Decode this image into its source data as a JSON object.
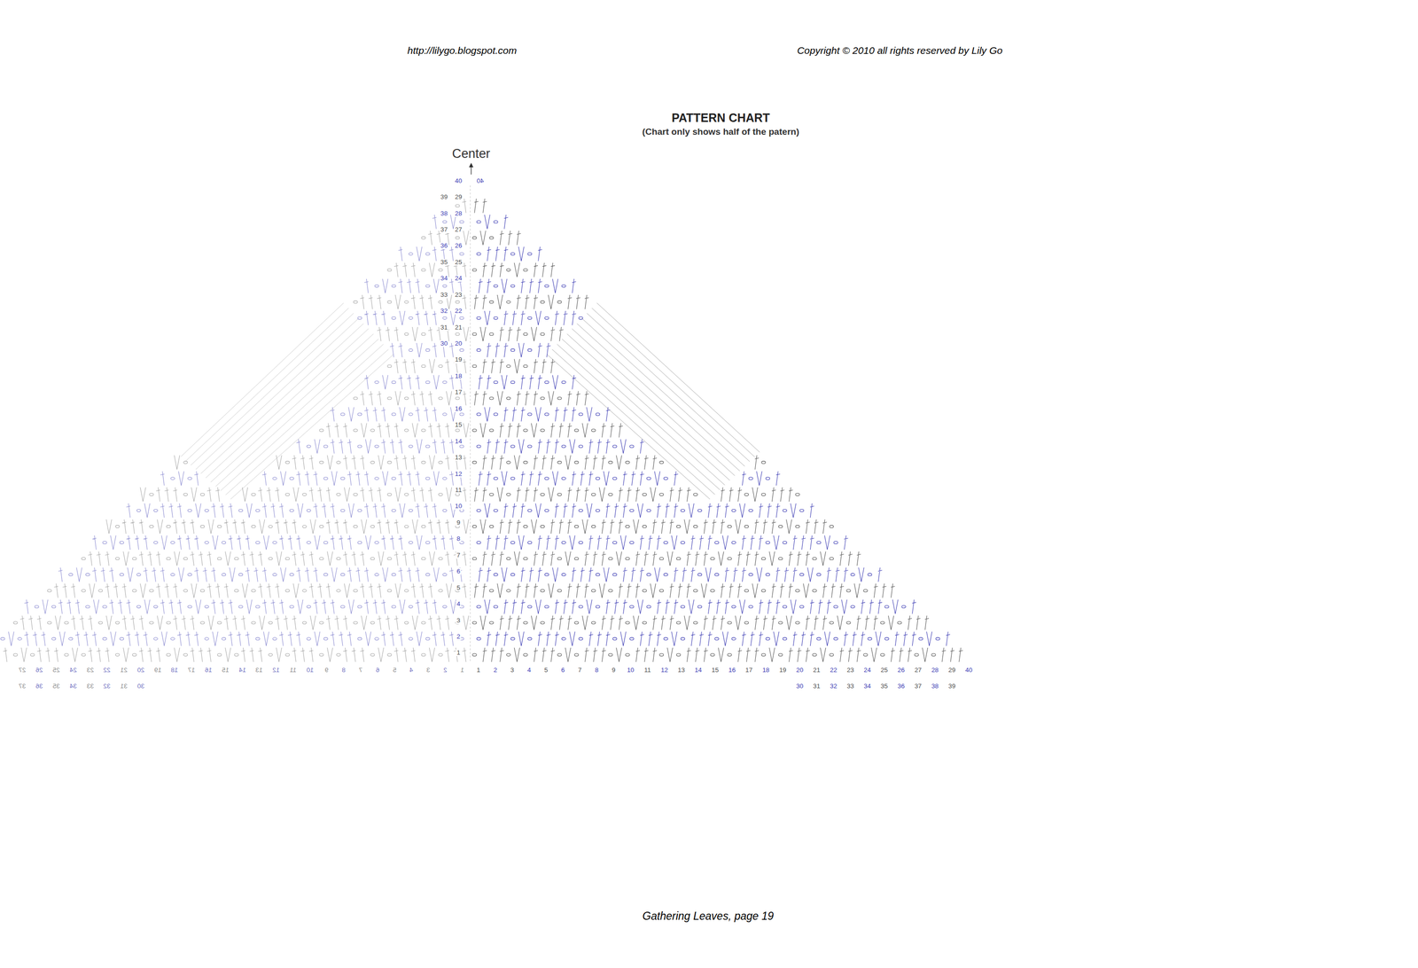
{
  "diagram": {
    "title": "PATTERN CHART",
    "labels": [
      "http://lilygo.blogspot.com",
      "Copyright © 2010 all rights reserved by Lily Go",
      "(Chart only shows half of the patern)",
      "Center",
      "Gathering Leaves, page 19",
      "40",
      "40",
      "39",
      "38",
      "37",
      "36",
      "35",
      "34",
      "33",
      "32",
      "31",
      "30",
      "29",
      "28",
      "27",
      "26",
      "25",
      "24",
      "23",
      "22",
      "21",
      "20",
      "19",
      "18",
      "17",
      "16",
      "15",
      "14",
      "13",
      "12",
      "11",
      "10",
      "9",
      "8",
      "7",
      "6",
      "5",
      "4",
      "3",
      "2",
      "1",
      "1",
      "2",
      "3",
      "4",
      "5",
      "6",
      "7",
      "8",
      "9",
      "10",
      "11",
      "12",
      "13",
      "14",
      "15",
      "16",
      "17",
      "18",
      "19",
      "20",
      "21",
      "22",
      "23",
      "24",
      "25",
      "26",
      "27",
      "28",
      "29",
      "40",
      "30",
      "31",
      "32",
      "33",
      "34",
      "35",
      "36",
      "37",
      "38",
      "39",
      "1",
      "2",
      "3",
      "4",
      "5",
      "6",
      "7",
      "8",
      "9",
      "10",
      "11",
      "12",
      "13",
      "14",
      "15",
      "16",
      "17",
      "18",
      "19",
      "20",
      "21",
      "22",
      "23",
      "24",
      "25",
      "26",
      "27",
      "30",
      "31",
      "32",
      "33",
      "34",
      "35",
      "36",
      "37"
    ]
  }
}
